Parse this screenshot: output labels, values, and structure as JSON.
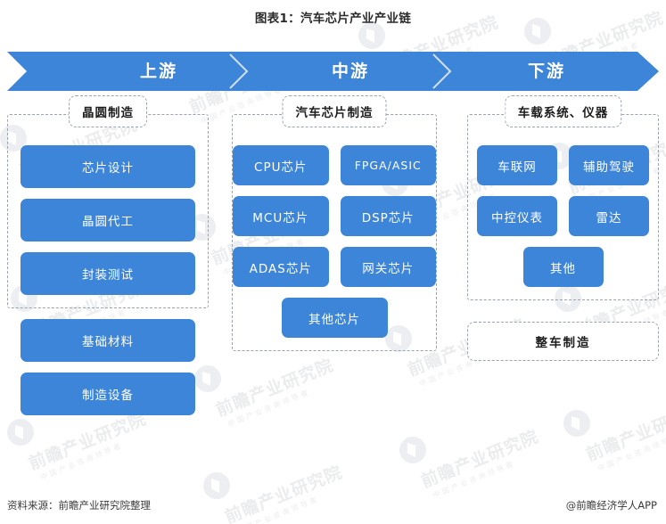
{
  "title": "图表1：汽车芯片产业产业链",
  "colors": {
    "chip_blue": "#3d85d8",
    "banner_blue": "#3d85d8",
    "dash_border": "#9aa3ad",
    "text_dark": "#1d1d1d"
  },
  "banner": {
    "stages": [
      {
        "label": "上游"
      },
      {
        "label": "中游"
      },
      {
        "label": "下游"
      }
    ]
  },
  "columns": {
    "upstream": {
      "group_title": "晶圆制造",
      "rows": [
        [
          "芯片设计"
        ],
        [
          "晶圆代工"
        ],
        [
          "封装测试"
        ]
      ],
      "extra": [
        "基础材料",
        "制造设备"
      ]
    },
    "midstream": {
      "group_title": "汽车芯片制造",
      "rows": [
        [
          "CPU芯片",
          "FPGA/ASIC"
        ],
        [
          "MCU芯片",
          "DSP芯片"
        ],
        [
          "ADAS芯片",
          "网关芯片"
        ],
        [
          "其他芯片"
        ]
      ]
    },
    "downstream": {
      "group_title": "车载系统、仪器",
      "rows": [
        [
          "车联网",
          "辅助驾驶"
        ],
        [
          "中控仪表",
          "雷达"
        ],
        [
          "其他"
        ]
      ],
      "standalone_box": "整车制造"
    }
  },
  "footer": {
    "source": "资料来源：前瞻产业研究院整理",
    "credit": "@前瞻经济学人APP"
  },
  "watermark": {
    "main": "前瞻产业研究院",
    "sub": "中国产业咨询领导者"
  }
}
